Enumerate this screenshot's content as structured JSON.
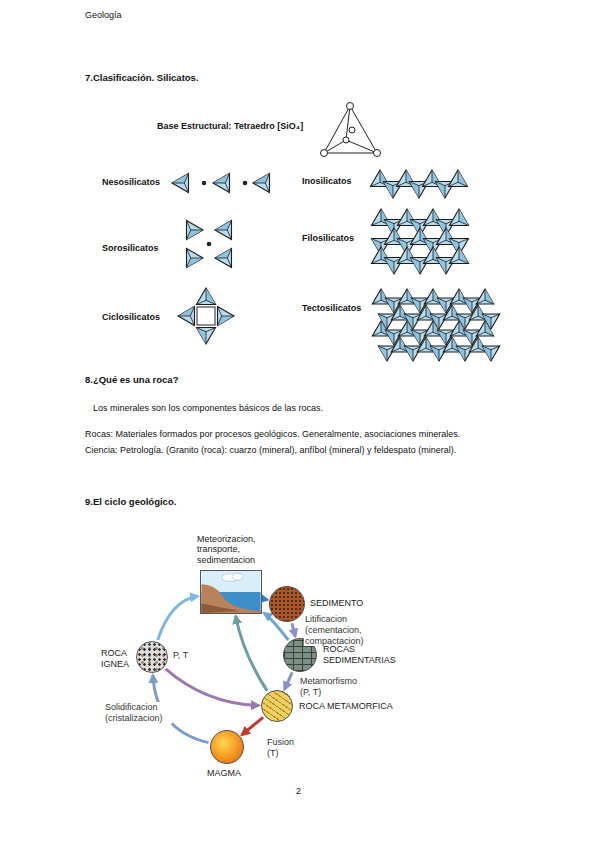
{
  "diagram": {
    "nodes": [
      {
        "text": [
          "Meteorizacion, transporte, sedimentacion"
        ]
      },
      {
        "text": [
          "SEDIMENTO"
        ]
      },
      {
        "text": [
          "ROCAS SEDIMENTARIAS"
        ]
      },
      {
        "text": [
          "ROCA IGNEA"
        ]
      },
      {
        "text": [
          "ROCA METAMORFICA"
        ]
      },
      {
        "text": [
          "MAGMA"
        ]
      }
    ],
    "edges": [
      {
        "from": 0,
        "to": 1,
        "arrow": "to"
      },
      {
        "from": 1,
        "to": 2,
        "label": "Litificacion (cementacion, compactacion)",
        "arrow": "to"
      },
      {
        "from": 2,
        "to": 4,
        "label": "Metamorfismo (P, T)",
        "arrow": "to"
      },
      {
        "from": 4,
        "to": 5,
        "label": "Fusion (T)",
        "arrow": "to"
      },
      {
        "from": 5,
        "to": 3,
        "label": "Solidificacion (cristalizacion)",
        "arrow": "to"
      },
      {
        "from": 3,
        "to": 0,
        "arrow": "to"
      },
      {
        "from": 3,
        "to": 4,
        "label": "P, T",
        "arrow": "to"
      },
      {
        "from": 2,
        "to": 0,
        "arrow": "to"
      },
      {
        "from": 4,
        "to": 0,
        "arrow": "to"
      }
    ],
    "labels": [
      "Geología",
      "7.Clasificación. Silicatos.",
      "Base Estructural: Tetraedro [SiO₄]",
      "Nesosilicatos",
      "Inosilicatos",
      "Sorosilicatos",
      "Filosilicatos",
      "Ciclosilicatos",
      "Tectosilicatos",
      "8.¿Qué es una roca?",
      "Los minerales son los componentes básicos de las rocas.",
      "Rocas: Materiales formados por procesos geológicos. Generalmente, asociaciones minerales.",
      "Ciencia: Petrología. (Granito (roca): cuarzo (mineral), anfíbol (mineral) y feldespato (mineral).",
      "9.El ciclo geológico.",
      "2"
    ]
  }
}
